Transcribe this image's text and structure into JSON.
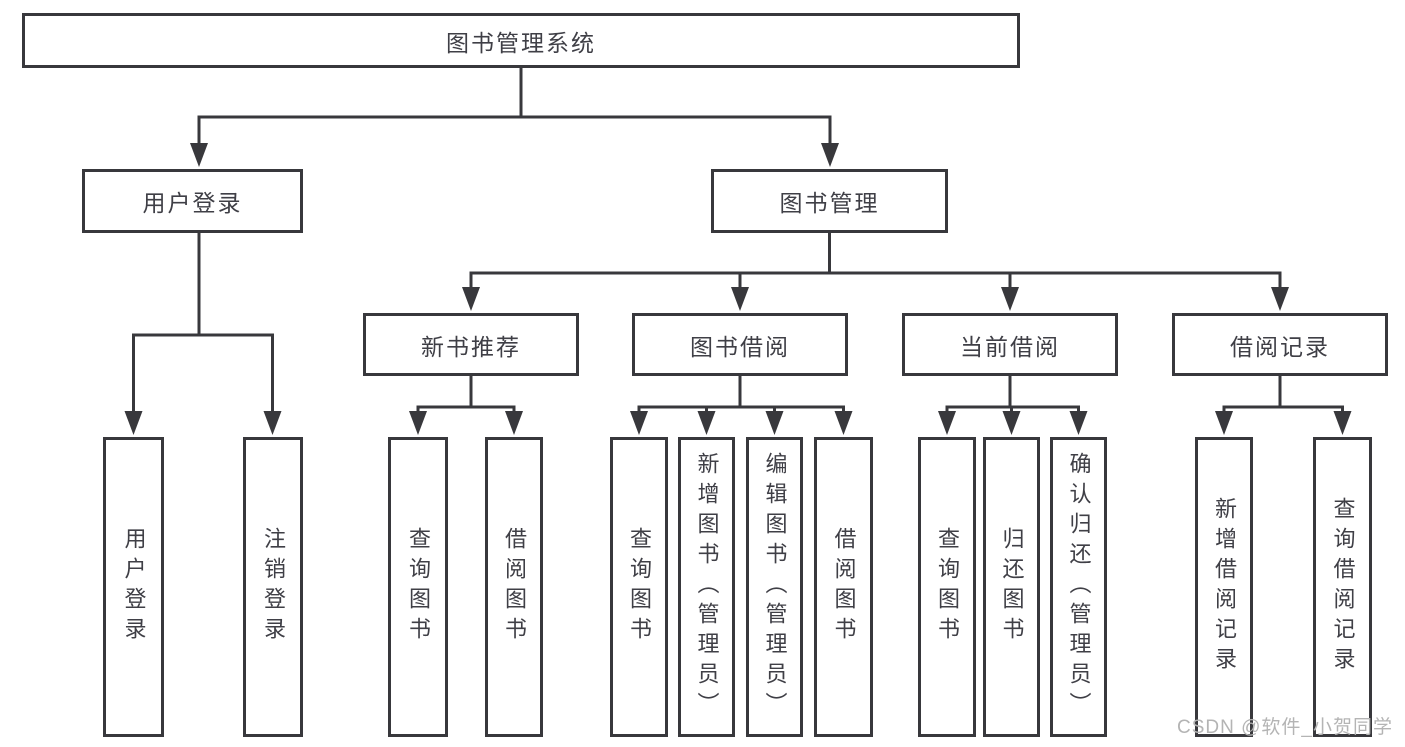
{
  "nodes": {
    "root": "图书管理系统",
    "user_login": "用户登录",
    "book_mgmt": "图书管理",
    "new_book": "新书推荐",
    "book_borrow": "图书借阅",
    "current_borrow": "当前借阅",
    "borrow_record": "借阅记录",
    "leaf_user_login": "用户登录",
    "leaf_logout": "注销登录",
    "leaf_nb_query": "查询图书",
    "leaf_nb_borrow": "借阅图书",
    "leaf_bb_query": "查询图书",
    "leaf_bb_add": "新增图书（管理员）",
    "leaf_bb_edit": "编辑图书（管理员）",
    "leaf_bb_borrow": "借阅图书",
    "leaf_cb_query": "查询图书",
    "leaf_cb_return": "归还图书",
    "leaf_cb_confirm": "确认归还（管理员）",
    "leaf_br_add": "新增借阅记录",
    "leaf_br_query": "查询借阅记录"
  },
  "watermark": "CSDN @软件_小贺同学",
  "colors": {
    "line": "#38383c",
    "text": "#3f3f46",
    "watermark": "#b4b4b4",
    "background": "#ffffff"
  }
}
